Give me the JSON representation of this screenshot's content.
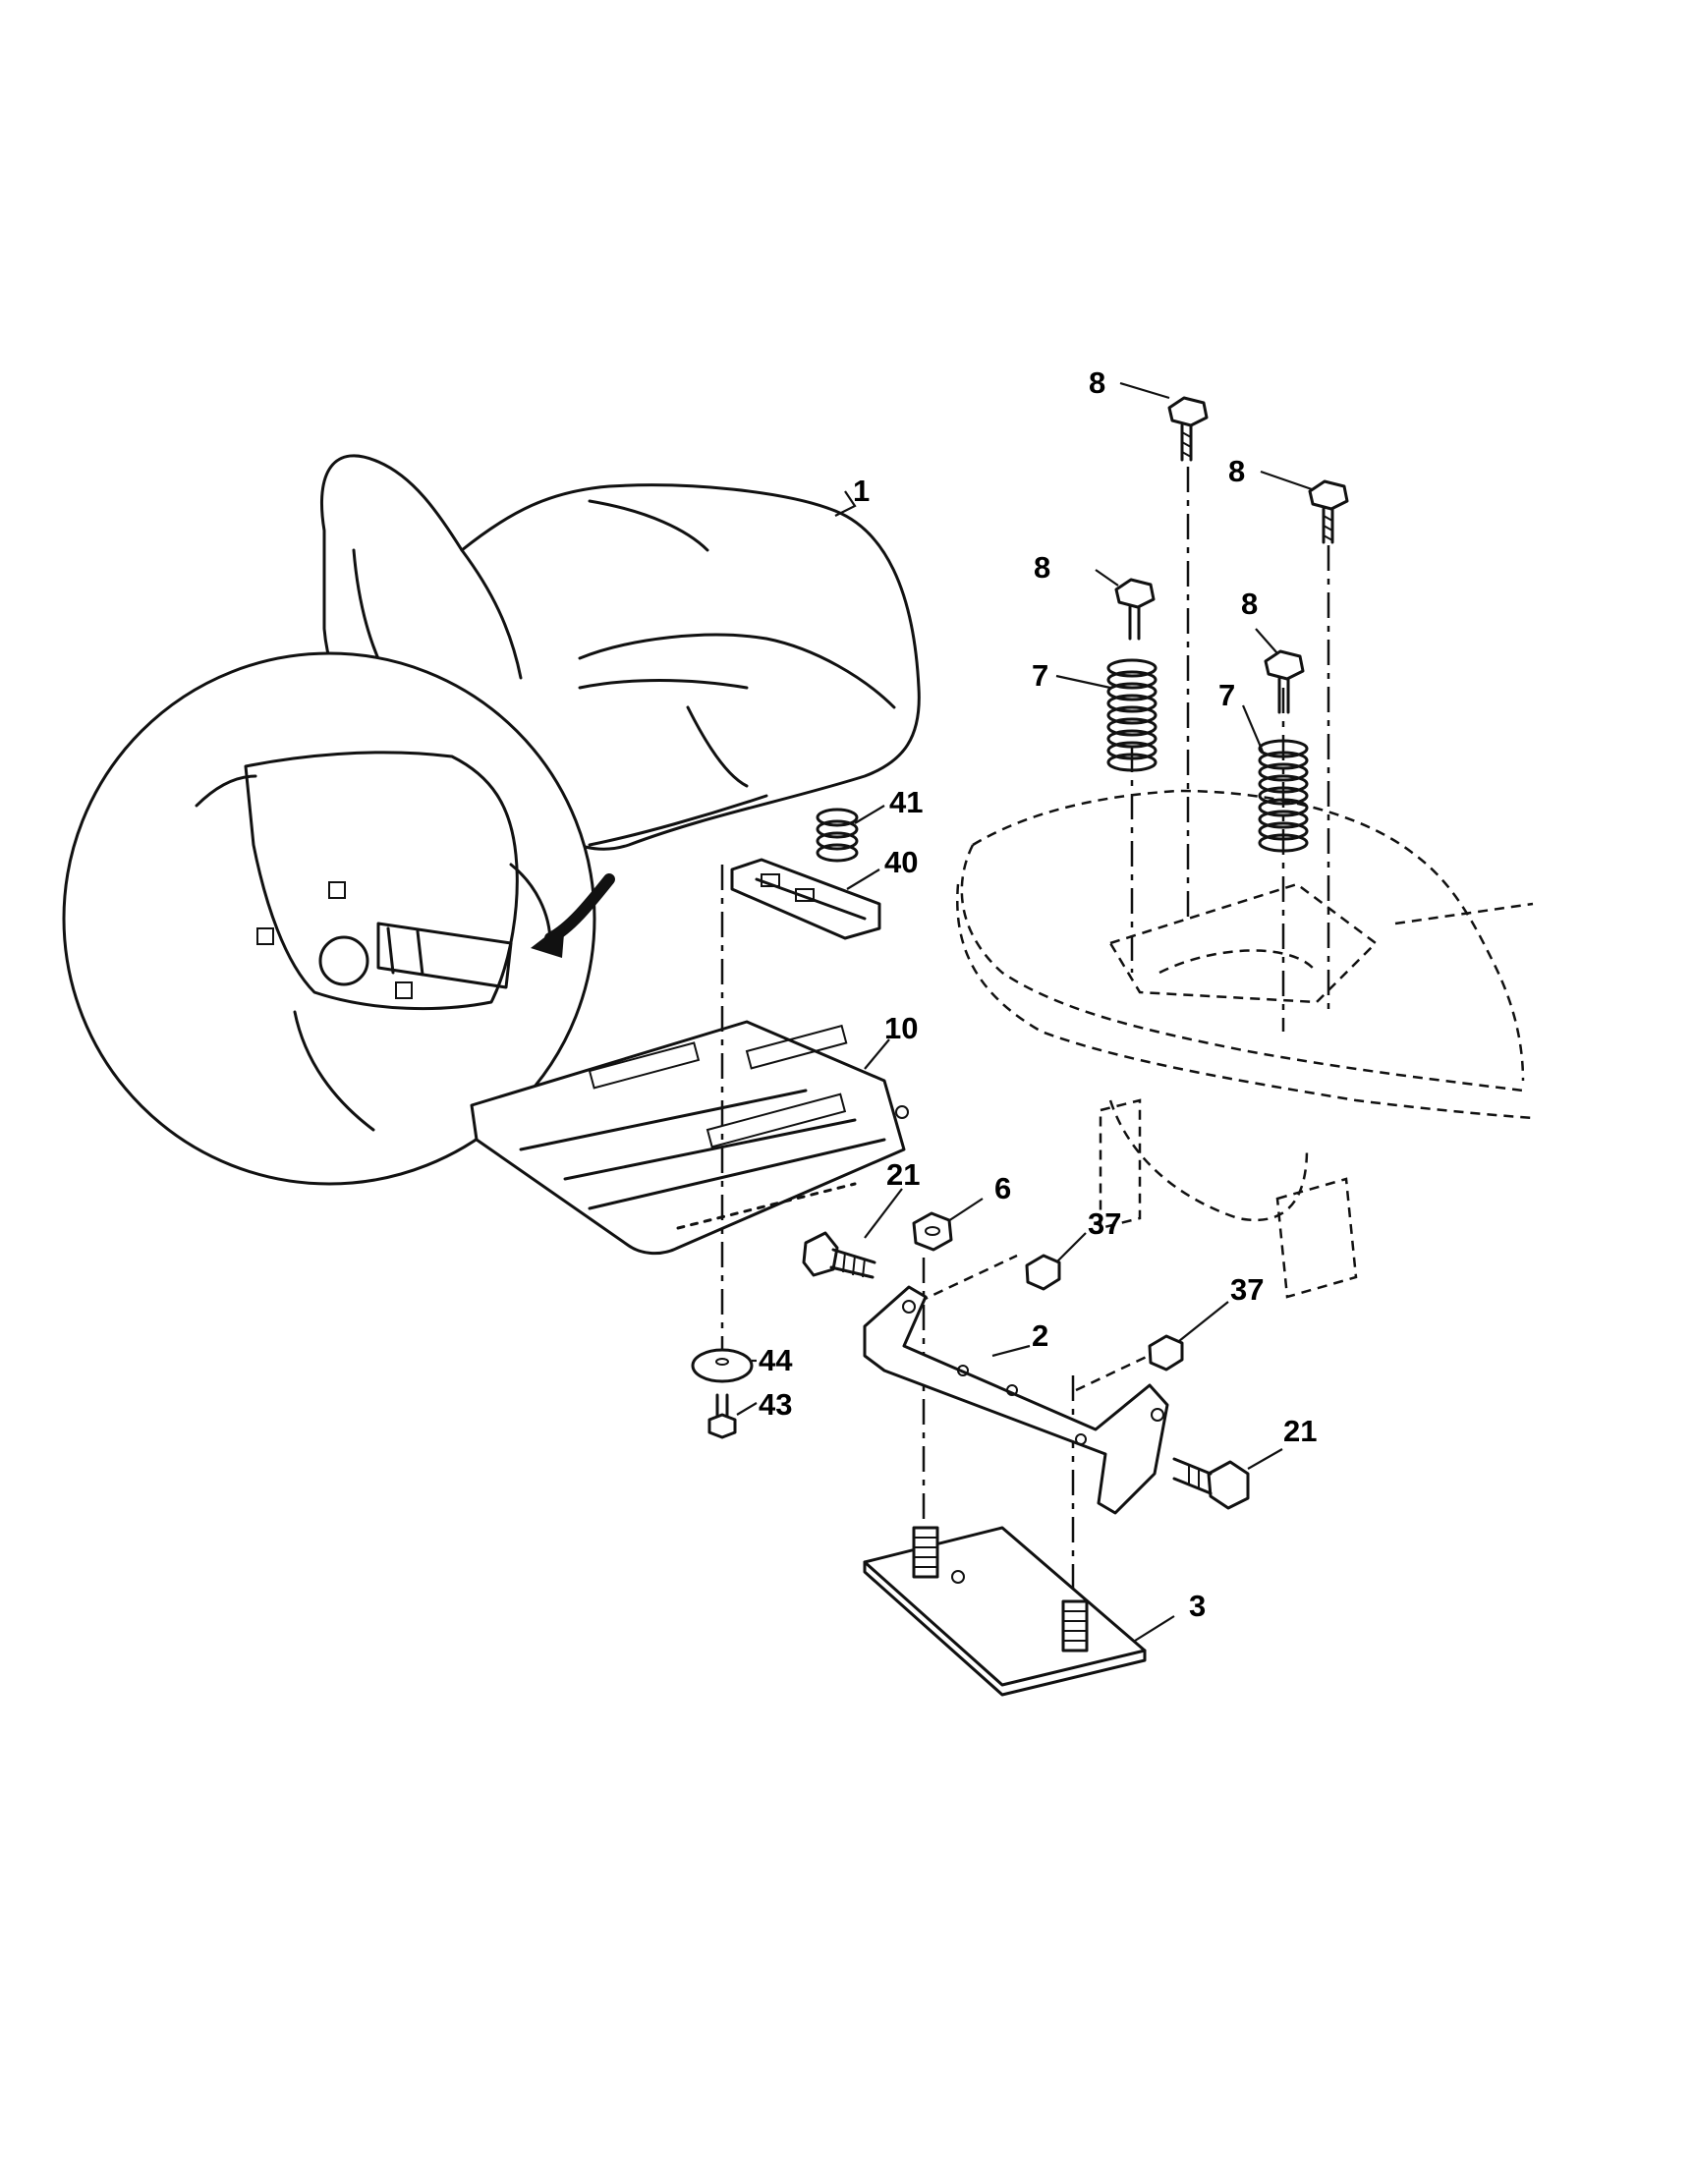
{
  "diagram": {
    "callouts": [
      {
        "id": "c1",
        "text": "1"
      },
      {
        "id": "c8a",
        "text": "8"
      },
      {
        "id": "c8b",
        "text": "8"
      },
      {
        "id": "c8c",
        "text": "8"
      },
      {
        "id": "c8d",
        "text": "8"
      },
      {
        "id": "c7a",
        "text": "7"
      },
      {
        "id": "c7b",
        "text": "7"
      },
      {
        "id": "c41",
        "text": "41"
      },
      {
        "id": "c40",
        "text": "40"
      },
      {
        "id": "c10",
        "text": "10"
      },
      {
        "id": "c21a",
        "text": "21"
      },
      {
        "id": "c6",
        "text": "6"
      },
      {
        "id": "c37a",
        "text": "37"
      },
      {
        "id": "c37b",
        "text": "37"
      },
      {
        "id": "c2",
        "text": "2"
      },
      {
        "id": "c44",
        "text": "44"
      },
      {
        "id": "c43",
        "text": "43"
      },
      {
        "id": "c21b",
        "text": "21"
      },
      {
        "id": "c3",
        "text": "3"
      }
    ]
  }
}
